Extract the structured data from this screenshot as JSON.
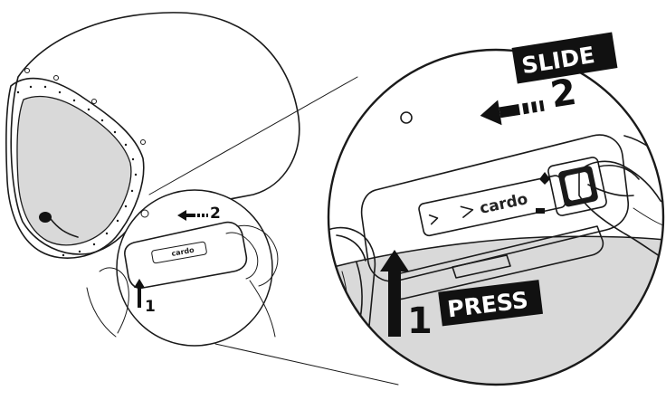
{
  "labels": {
    "slide": "SLIDE",
    "press": "PRESS",
    "step_one_large": "1",
    "step_two_large": "2",
    "step_one_small": "1",
    "step_two_small": "2"
  },
  "device": {
    "brand": "cardo"
  },
  "colors": {
    "ink": "#1a1a1a",
    "visor": "#d9d9d9",
    "tag_background": "#111111",
    "tag_text": "#ffffff",
    "shell": "#ffffff"
  },
  "icons": {
    "press_arrow": "arrow-up-icon",
    "slide_arrow": "arrow-left-dashed-icon",
    "microphone": "microphone-icon"
  }
}
